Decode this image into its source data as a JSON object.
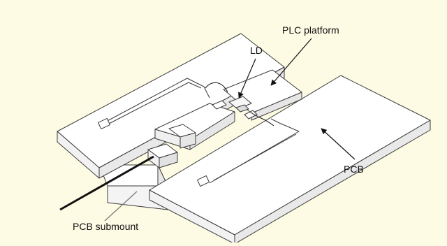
{
  "labels": {
    "plc_platform": "PLC platform",
    "ld": "LD",
    "pcb": "PCB",
    "pcb_submount": "PCB submount"
  },
  "colors": {
    "background": "#FDFBE3",
    "board": "#FFFFFF",
    "outline": "#3A3A3A",
    "fiber": "#111111"
  }
}
